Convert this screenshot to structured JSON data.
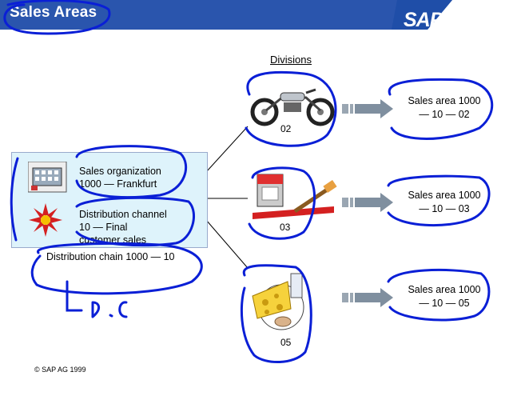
{
  "header": {
    "title": "Sales Areas",
    "logo_text": "SAP"
  },
  "divisions": {
    "heading": "Divisions",
    "items": [
      {
        "number": "02",
        "icon": "motorcycle-icon",
        "sales_area": [
          "Sales area 1000",
          "— 10 — 02"
        ]
      },
      {
        "number": "03",
        "icon": "paint-can-icon",
        "sales_area": [
          "Sales area 1000",
          "— 10 — 03"
        ]
      },
      {
        "number": "05",
        "icon": "cheese-food-icon",
        "sales_area": [
          "Sales area 1000",
          "— 10 — 05"
        ]
      }
    ]
  },
  "org": {
    "sales_org": [
      "Sales organization",
      "1000 — Frankfurt"
    ],
    "dist_channel": [
      "Distribution channel",
      "10 — Final",
      "customer sales"
    ],
    "chain_label": "Distribution chain 1000 — 10"
  },
  "annotation": {
    "handwritten": "D.C"
  },
  "footer": {
    "copyright": "© SAP AG 1999"
  },
  "colors": {
    "header": "#1f4ea8",
    "ink": "#0a1fd6",
    "org_box": "#def3fb",
    "arrow": "#7f8f9f"
  }
}
